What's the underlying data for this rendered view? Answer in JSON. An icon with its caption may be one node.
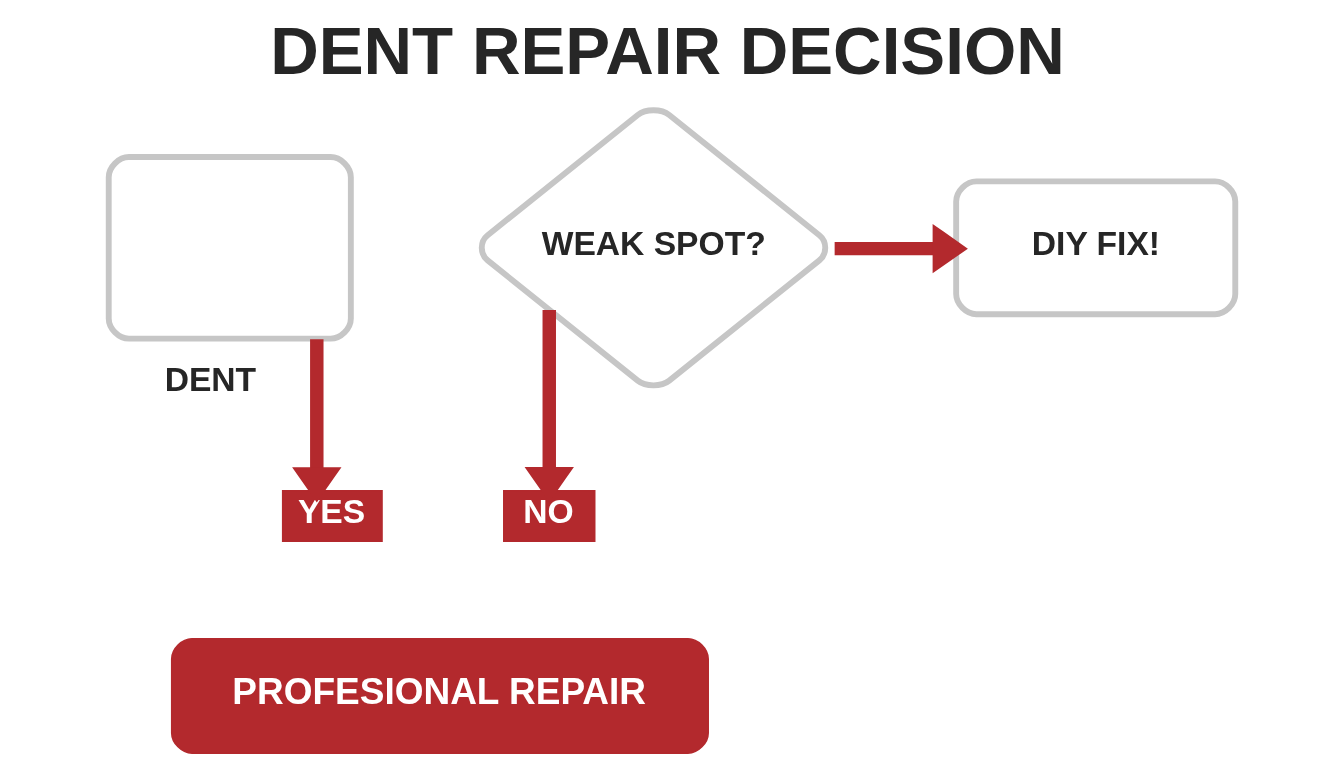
{
  "diagram": {
    "title": "DENT REPAIR DECISION",
    "nodes": [
      {
        "text": [],
        "shape": "box"
      },
      {
        "text": [
          "WEAK SPOT?"
        ]
      },
      {
        "text": [
          "DIY FIX!"
        ]
      },
      {
        "text": [
          "YES"
        ]
      },
      {
        "text": [
          "NO"
        ]
      },
      {
        "text": [
          "PROFESIONAL REPAIR"
        ]
      }
    ],
    "edges": [
      {
        "from": 0,
        "to": 3,
        "arrow": "to",
        "label": "DENT"
      },
      {
        "from": 1,
        "to": 2,
        "arrow": "to"
      },
      {
        "from": 1,
        "to": 4,
        "arrow": "to"
      }
    ]
  }
}
